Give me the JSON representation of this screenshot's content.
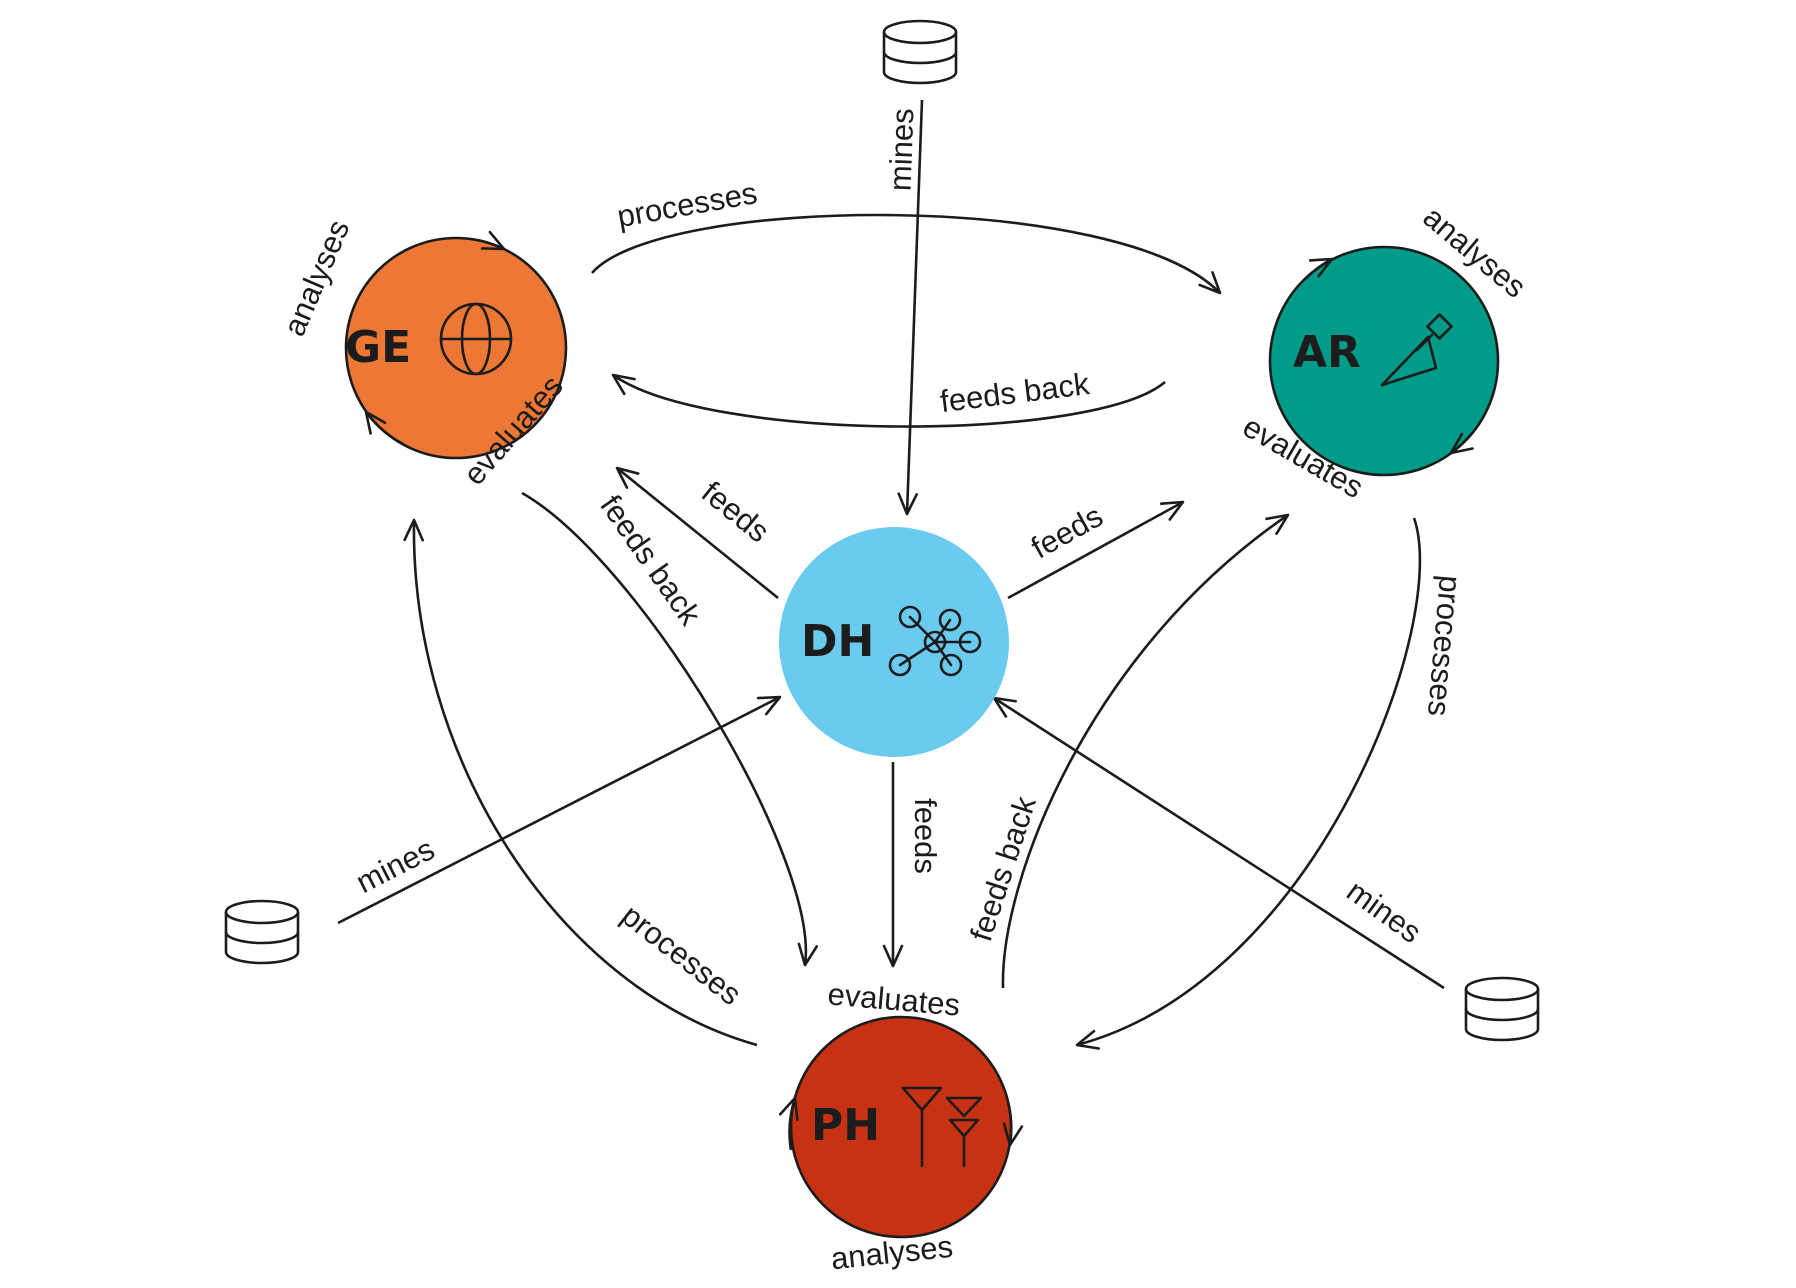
{
  "nodes": {
    "ge": {
      "label": "GE",
      "color": "#ED7836"
    },
    "ar": {
      "label": "AR",
      "color": "#009B89"
    },
    "dh": {
      "label": "DH",
      "color": "#6ACBEE"
    },
    "ph": {
      "label": "PH",
      "color": "#C83214"
    }
  },
  "edges": {
    "ge_to_ar": "processes",
    "ar_to_ge": "feeds back",
    "db_top_to_dh": "mines",
    "dh_to_ge": "feeds",
    "dh_to_ar": "feeds",
    "dh_to_ph": "feeds",
    "ge_to_ph": "feeds back",
    "ph_to_ge": "processes",
    "ph_to_ar": "feeds back",
    "ar_to_ph": "processes",
    "db_left_to_dh": "mines",
    "db_right_to_dh": "mines"
  },
  "self_loops": {
    "ge_analyses": "analyses",
    "ge_evaluates": "evaluates",
    "ar_analyses": "analyses",
    "ar_evaluates": "evaluates",
    "ph_evaluates": "evaluates",
    "ph_analyses": "analyses"
  },
  "icons": {
    "ge": "globe-icon",
    "ar": "trowel-icon",
    "dh": "network-icon",
    "ph": "cuneiform-icon",
    "databases": "database-icon"
  }
}
